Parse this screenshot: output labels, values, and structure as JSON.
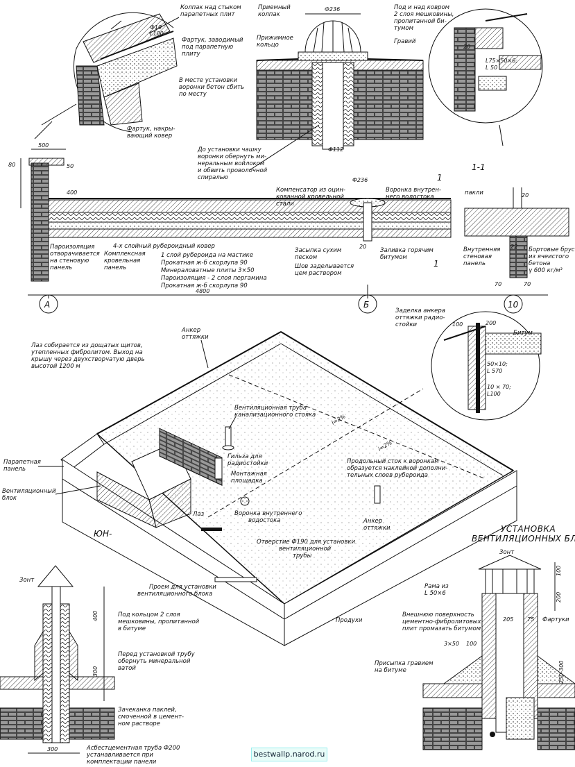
{
  "labels": {
    "tl_1": "Колпак над стыком",
    "tl_2": "парапетных плит",
    "tl_3": "Фартук, заводимый",
    "tl_4": "под парапетную",
    "tl_5": "плиту",
    "tl_6": "В месте установки",
    "tl_7": "воронки бетон сбить",
    "tl_8": "по месту",
    "tl_9": "Фартук, накры-",
    "tl_10": "вающий ковер",
    "tl_d1": "Ф10",
    "tl_d2": "L100",
    "tc_1": "Приемный",
    "tc_2": "колпак",
    "tc_3": "Прижимное",
    "tc_4": "кольцо",
    "tc_5": "Под и над ковром",
    "tc_6": "2 слоя мешковины,",
    "tc_7": "пропитанной би-",
    "tc_8": "тумом",
    "tc_9": "Гравий",
    "tc_d1": "Ф236",
    "tc_d2": "Ф112",
    "tc_note1": "До установки чашку",
    "tc_note2": "воронки обернуть ми-",
    "tc_note3": "неральным войлоком",
    "tc_note4": "и обвить проволочной",
    "tc_note5": "спиралью",
    "tr_d1": "L75×50×6;",
    "tr_d2": "L 50",
    "tr_d3": "20",
    "sec_11": "1-1",
    "sec_1": "1",
    "s_komp1": "Компенсатор из оцин-",
    "s_komp2": "кованной кровельной",
    "s_komp3": "стали",
    "s_d236": "Ф236",
    "s_vor1": "Воронка внутрен-",
    "s_vor2": "него водостока",
    "s_pakli": "пакли",
    "s_d500": "500",
    "s_d50": "50",
    "s_d400": "400",
    "s_d80": "80",
    "s_par1": "Пароизоляция",
    "s_par2": "отворачивается",
    "s_par3": "на стеновую",
    "s_par4": "панель",
    "s_kr1": "Комплексная",
    "s_kr2": "кровельная",
    "s_kr3": "панель",
    "s_l1": "4-х слойный рубероидный ковер",
    "s_l2": "1 слой рубероида на мастике",
    "s_l3": "Прокатная ж-б скорлупа  90",
    "s_l4": "Минераловатные плиты  3×50",
    "s_l5": "Пароизоляция - 2 слоя пергамина",
    "s_l6": "Прокатная ж-б скорлупа       90",
    "s_zas1": "Засыпка сухим",
    "s_zas2": "песком",
    "s_shov1": "Шов заделывается",
    "s_shov2": "цем раствором",
    "s_zal1": "Заливка горячим",
    "s_zal2": "битумом",
    "s_d20": "20",
    "s_vs1": "Внутренняя",
    "s_vs2": "стеновая",
    "s_vs3": "панель",
    "s_bb1": "Бортовые бруски",
    "s_bb2": "из ячеистого",
    "s_bb3": "бетона",
    "s_bb4": "γ 600 кг/м³",
    "s_d4800": "4800",
    "s_d70a": "70",
    "s_d70b": "70",
    "s_d20b": "20",
    "s_d22": "22",
    "axA": "А",
    "axB": "Б",
    "ax10": "10",
    "i_laz1": "Лаз собирается из дощатых щитов,",
    "i_laz2": "утепленных фибролитом. Выход на",
    "i_laz3": "крышу через двухстворчатую дверь",
    "i_laz4": "высотой 1200 м",
    "i_ank1": "Анкер",
    "i_ank2": "оттяжки",
    "i_zad1": "Заделка анкера",
    "i_zad2": "оттяжки радио-",
    "i_zad3": "стойки",
    "i_bit": "Битум",
    "i_d200": "200",
    "i_d100": "100",
    "i_d5010": "50×10;",
    "i_d570": "L 570",
    "i_d1070": "10 × 70;",
    "i_d100b": "L100",
    "i_vent1": "Вентиляционная труба",
    "i_vent2": "канализационного стояка",
    "i_i2a": "i=2%",
    "i_i2b": "i=2%",
    "i_gil1": "Гильза для",
    "i_gil2": "радиостойки",
    "i_mont1": "Монтажная",
    "i_mont2": "площадка",
    "i_prod1": "Продольный сток к воронкам",
    "i_prod2": "образуется наклейкой дополни-",
    "i_prod3": "тельных слоев рубероида",
    "i_par1": "Парапетная",
    "i_par2": "панель",
    "i_vb1": "Вентиляционный",
    "i_vb2": "блок",
    "i_laz": "Лаз",
    "i_ank3": "Анкер",
    "i_ank4": "оттяжки",
    "i_ion": "ЮН-",
    "i_vor1": "Воронка внутреннего",
    "i_vor2": "водостока",
    "i_otv1": "Отверстие Ф190 для установки",
    "i_otv2": "вентиляционной",
    "i_otv3": "трубы",
    "i_pro1": "Проем для установки",
    "i_pro2": "вентиляционного блока",
    "i_produh": "Продухи",
    "t_ust1": "УСТАНОВКА",
    "t_ust2": "ВЕНТИЛЯЦИОННЫХ БЛОКОВ",
    "bl_zont": "Зонт",
    "bl_1": "Под кольцом 2 слоя",
    "bl_2": "мешковины, пропитанной",
    "bl_3": "в битуме",
    "bl_4": "Перед установкой трубу",
    "bl_5": "обернуть минеральной",
    "bl_6": "ватой",
    "bl_7": "Зачеканка паклей,",
    "bl_8": "смоченной в цемент-",
    "bl_9": "ном растворе",
    "bl_10": "Асбестцементная труба Ф200",
    "bl_11": "устанавливается при",
    "bl_12": "комплектации панели",
    "bl_d400": "400",
    "bl_d300": "300",
    "bl_d300b": "300",
    "br_zont": "Зонт",
    "br_rama1": "Рама из",
    "br_rama2": "L 50×6",
    "br_vn1": "Внешнюю поверхность",
    "br_vn2": "цементно-фибролитовых",
    "br_vn3": "плит промазать битумом",
    "br_fart": "Фартуки",
    "br_pri1": "Присыпка гравием",
    "br_pri2": "на битуме",
    "br_d100": "100",
    "br_d200": "200",
    "br_d205": "205",
    "br_d75": "75",
    "br_d350": "3×50",
    "br_d100b": "100",
    "br_d250": "250-300"
  },
  "watermark": "bestwallp.narod.ru"
}
